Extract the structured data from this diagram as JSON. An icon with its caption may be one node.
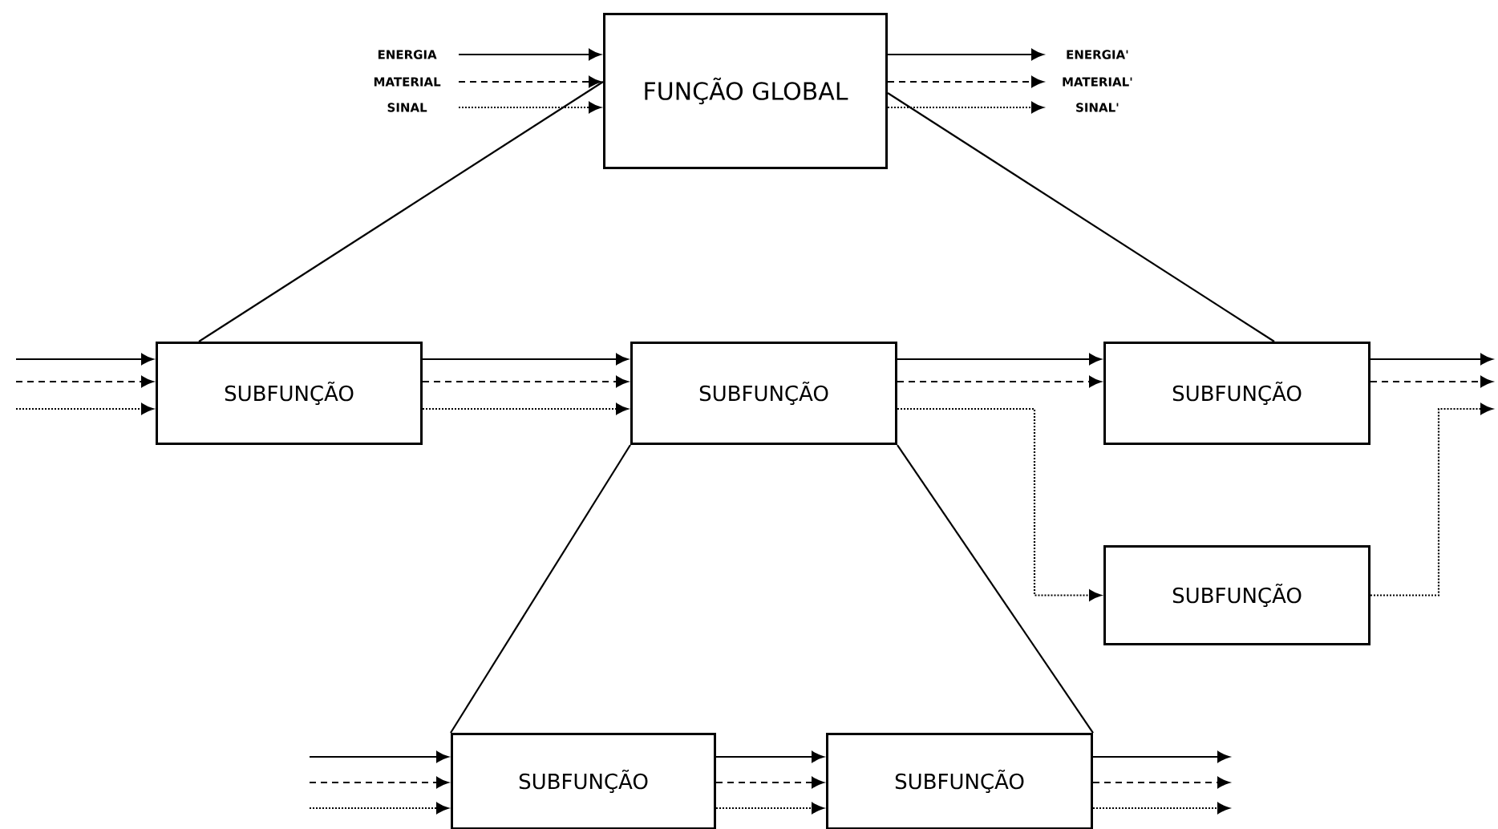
{
  "diagram": {
    "nodes": [
      {
        "text": [
          "FUNÇÃO GLOBAL"
        ]
      },
      {
        "text": [
          "SUBFUNÇÃO"
        ]
      },
      {
        "text": [
          "SUBFUNÇÃO"
        ]
      },
      {
        "text": [
          "SUBFUNÇÃO"
        ]
      },
      {
        "text": [
          "SUBFUNÇÃO"
        ]
      },
      {
        "text": [
          "SUBFUNÇÃO"
        ]
      },
      {
        "text": [
          "SUBFUNÇÃO"
        ]
      },
      {
        "text": [
          "ENERGIA"
        ]
      },
      {
        "text": [
          "MATERIAL"
        ]
      },
      {
        "text": [
          "SINAL"
        ]
      },
      {
        "text": [
          "ENERGIA'"
        ]
      },
      {
        "text": [
          "MATERIAL'"
        ]
      },
      {
        "text": [
          "SINAL'"
        ]
      }
    ],
    "edges": [
      {
        "from": 7,
        "to": 0,
        "arrow": "to"
      },
      {
        "from": 8,
        "to": 0,
        "arrow": "to",
        "style": "dashed"
      },
      {
        "from": 9,
        "to": 0,
        "arrow": "to",
        "style": "dashed"
      },
      {
        "from": 0,
        "to": 10,
        "arrow": "to"
      },
      {
        "from": 0,
        "to": 11,
        "arrow": "to",
        "style": "dashed"
      },
      {
        "from": 0,
        "to": 12,
        "arrow": "to",
        "style": "dashed"
      },
      {
        "from": 1,
        "to": 0,
        "arrow": "none"
      },
      {
        "from": 0,
        "to": 3,
        "arrow": "none"
      },
      {
        "from": null,
        "to": 1,
        "arrow": "to"
      },
      {
        "from": null,
        "to": 1,
        "arrow": "to",
        "style": "dashed"
      },
      {
        "from": null,
        "to": 1,
        "arrow": "to",
        "style": "dashed"
      },
      {
        "from": 1,
        "to": 2,
        "arrow": "to"
      },
      {
        "from": 1,
        "to": 2,
        "arrow": "to",
        "style": "dashed"
      },
      {
        "from": 1,
        "to": 2,
        "arrow": "to",
        "style": "dashed"
      },
      {
        "from": 2,
        "to": 3,
        "arrow": "to"
      },
      {
        "from": 2,
        "to": 3,
        "arrow": "to",
        "style": "dashed"
      },
      {
        "from": 2,
        "to": 4,
        "arrow": "to",
        "style": "dashed"
      },
      {
        "from": 3,
        "to": null,
        "arrow": "to"
      },
      {
        "from": 3,
        "to": null,
        "arrow": "to",
        "style": "dashed"
      },
      {
        "from": 4,
        "to": null,
        "arrow": "to",
        "style": "dashed"
      },
      {
        "from": 2,
        "to": 5,
        "arrow": "none"
      },
      {
        "from": 2,
        "to": 6,
        "arrow": "none"
      },
      {
        "from": null,
        "to": 5,
        "arrow": "to"
      },
      {
        "from": null,
        "to": 5,
        "arrow": "to",
        "style": "dashed"
      },
      {
        "from": null,
        "to": 5,
        "arrow": "to",
        "style": "dashed"
      },
      {
        "from": 5,
        "to": 6,
        "arrow": "to"
      },
      {
        "from": 5,
        "to": 6,
        "arrow": "to",
        "style": "dashed"
      },
      {
        "from": 5,
        "to": 6,
        "arrow": "to",
        "style": "dashed"
      },
      {
        "from": 6,
        "to": null,
        "arrow": "to"
      },
      {
        "from": 6,
        "to": null,
        "arrow": "to",
        "style": "dashed"
      },
      {
        "from": 6,
        "to": null,
        "arrow": "to",
        "style": "dashed"
      }
    ]
  }
}
